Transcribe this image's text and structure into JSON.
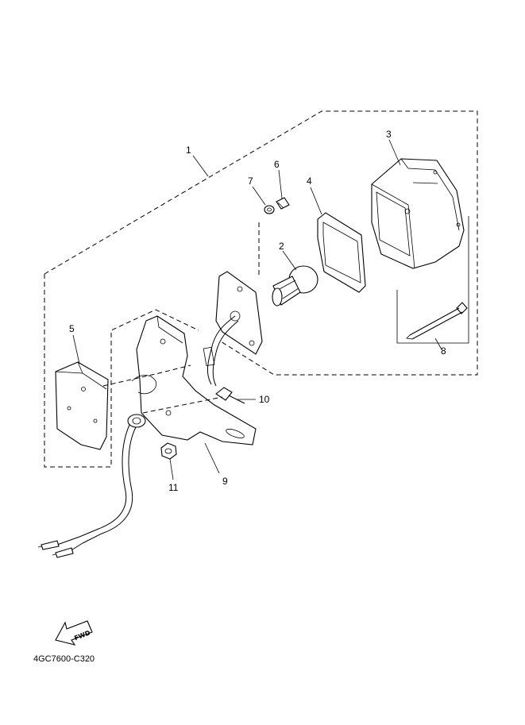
{
  "diagram": {
    "callouts": [
      {
        "id": "1",
        "label": "1"
      },
      {
        "id": "2",
        "label": "2"
      },
      {
        "id": "3",
        "label": "3"
      },
      {
        "id": "4",
        "label": "4"
      },
      {
        "id": "5",
        "label": "5"
      },
      {
        "id": "6",
        "label": "6"
      },
      {
        "id": "7",
        "label": "7"
      },
      {
        "id": "8",
        "label": "8"
      },
      {
        "id": "9",
        "label": "9"
      },
      {
        "id": "10",
        "label": "10"
      },
      {
        "id": "11",
        "label": "11"
      }
    ],
    "fwd_label": "FWD",
    "drawing_code": "4GC7600-C320"
  }
}
